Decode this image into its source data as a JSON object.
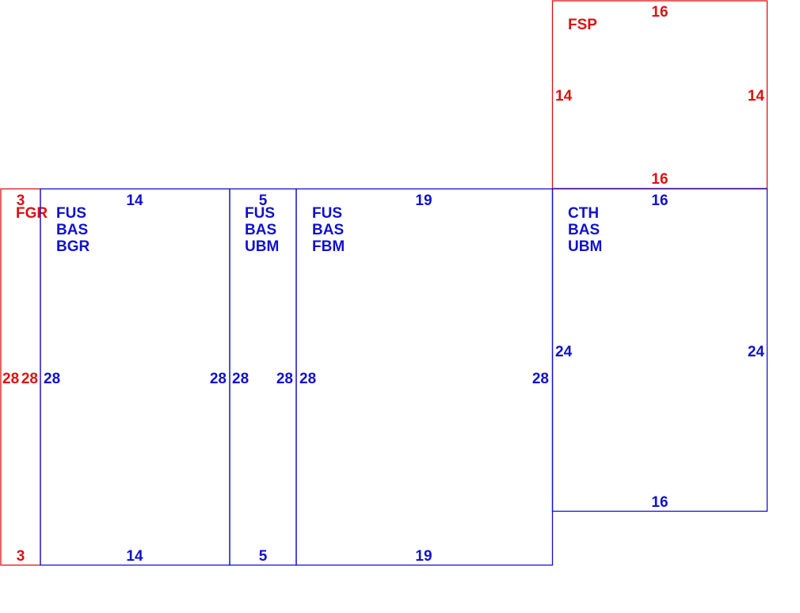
{
  "colors": {
    "red": "#dd1111",
    "blue": "#1111cc"
  },
  "panels": [
    {
      "id": "fsp",
      "color": "red",
      "codes": [
        "FSP"
      ],
      "top": "16",
      "bottom": "16",
      "left": "14",
      "right": "14"
    },
    {
      "id": "fgr",
      "color": "red",
      "codes": [
        "FGR"
      ],
      "top": "3",
      "bottom": "3",
      "left": "28",
      "right": "28"
    },
    {
      "id": "fus-bas-bgr",
      "color": "blue",
      "codes": [
        "FUS",
        "BAS",
        "BGR"
      ],
      "top": "14",
      "bottom": "14",
      "left": "28",
      "right": "28"
    },
    {
      "id": "fus-bas-ubm",
      "color": "blue",
      "codes": [
        "FUS",
        "BAS",
        "UBM"
      ],
      "top": "5",
      "bottom": "5",
      "left": "28",
      "right": "28"
    },
    {
      "id": "fus-bas-fbm",
      "color": "blue",
      "codes": [
        "FUS",
        "BAS",
        "FBM"
      ],
      "top": "19",
      "bottom": "19",
      "left": "28",
      "right": "28"
    },
    {
      "id": "cth-bas-ubm",
      "color": "blue",
      "codes": [
        "CTH",
        "BAS",
        "UBM"
      ],
      "top": "16",
      "bottom": "16",
      "left": "24",
      "right": "24"
    }
  ]
}
